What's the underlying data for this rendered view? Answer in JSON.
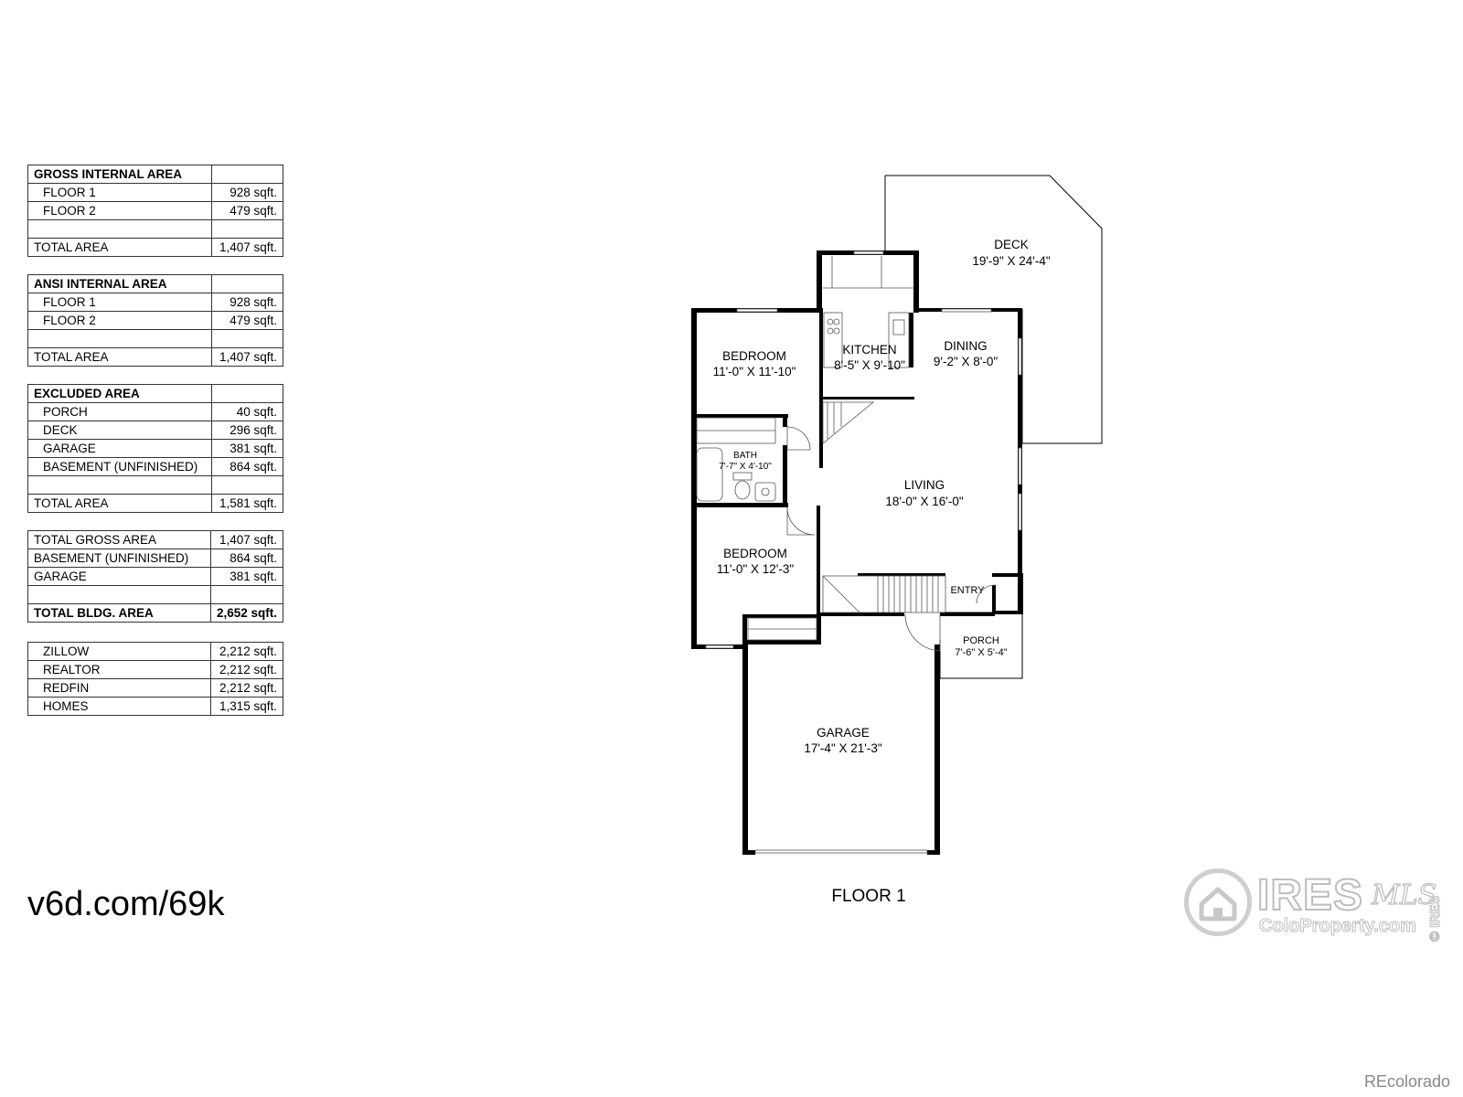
{
  "tables": [
    {
      "rows": [
        {
          "label": "GROSS INTERNAL AREA",
          "value": "",
          "style": "head"
        },
        {
          "label": "FLOOR 1",
          "value": "928 sqft.",
          "style": "indent"
        },
        {
          "label": "FLOOR 2",
          "value": "479 sqft.",
          "style": "indent"
        },
        {
          "label": "",
          "value": "",
          "style": "blank"
        },
        {
          "label": "TOTAL AREA",
          "value": "1,407 sqft.",
          "style": "plain"
        }
      ]
    },
    {
      "rows": [
        {
          "label": "ANSI INTERNAL AREA",
          "value": "",
          "style": "head"
        },
        {
          "label": "FLOOR 1",
          "value": "928 sqft.",
          "style": "indent"
        },
        {
          "label": "FLOOR 2",
          "value": "479 sqft.",
          "style": "indent"
        },
        {
          "label": "",
          "value": "",
          "style": "blank"
        },
        {
          "label": "TOTAL AREA",
          "value": "1,407 sqft.",
          "style": "plain"
        }
      ]
    },
    {
      "rows": [
        {
          "label": "EXCLUDED AREA",
          "value": "",
          "style": "head"
        },
        {
          "label": "PORCH",
          "value": "40 sqft.",
          "style": "indent"
        },
        {
          "label": "DECK",
          "value": "296 sqft.",
          "style": "indent"
        },
        {
          "label": "GARAGE",
          "value": "381 sqft.",
          "style": "indent"
        },
        {
          "label": "BASEMENT (UNFINISHED)",
          "value": "864 sqft.",
          "style": "indent"
        },
        {
          "label": "",
          "value": "",
          "style": "blank"
        },
        {
          "label": "TOTAL AREA",
          "value": "1,581 sqft.",
          "style": "plain"
        }
      ]
    },
    {
      "rows": [
        {
          "label": "TOTAL GROSS AREA",
          "value": "1,407 sqft.",
          "style": "plain"
        },
        {
          "label": "BASEMENT (UNFINISHED)",
          "value": "864 sqft.",
          "style": "plain"
        },
        {
          "label": "GARAGE",
          "value": "381 sqft.",
          "style": "plain"
        },
        {
          "label": "",
          "value": "",
          "style": "blank"
        },
        {
          "label": "TOTAL BLDG. AREA",
          "value": "2,652 sqft.",
          "style": "bold"
        }
      ]
    },
    {
      "rows": [
        {
          "label": "ZILLOW",
          "value": "2,212 sqft.",
          "style": "indent"
        },
        {
          "label": "REALTOR",
          "value": "2,212 sqft.",
          "style": "indent"
        },
        {
          "label": "REDFIN",
          "value": "2,212 sqft.",
          "style": "indent"
        },
        {
          "label": "HOMES",
          "value": "1,315 sqft.",
          "style": "indent"
        }
      ]
    }
  ],
  "short_url": "v6d.com/69k",
  "floor_label": "FLOOR 1",
  "rooms": {
    "deck": {
      "name": "DECK",
      "dim": "19'-9\" X 24'-4\""
    },
    "dining": {
      "name": "DINING",
      "dim": "9'-2\" X 8'-0\""
    },
    "kitchen": {
      "name": "KITCHEN",
      "dim": "8'-5\" X 9'-10\""
    },
    "bedroom1": {
      "name": "BEDROOM",
      "dim": "11'-0\" X 11'-10\""
    },
    "bath": {
      "name": "BATH",
      "dim": "7'-7\" X 4'-10\""
    },
    "living": {
      "name": "LIVING",
      "dim": "18'-0\" X 16'-0\""
    },
    "bedroom2": {
      "name": "BEDROOM",
      "dim": "11'-0\" X 12'-3\""
    },
    "entry": {
      "name": "ENTRY"
    },
    "porch": {
      "name": "PORCH",
      "dim": "7'-6\" X 5'-4\""
    },
    "garage": {
      "name": "GARAGE",
      "dim": "17'-4\" X 21'-3\""
    }
  },
  "logo": {
    "brand": "IRES",
    "mls": "MLS",
    "site": "ColoProperty.com",
    "vertical": "© IRES"
  },
  "credit": "REcolorado"
}
